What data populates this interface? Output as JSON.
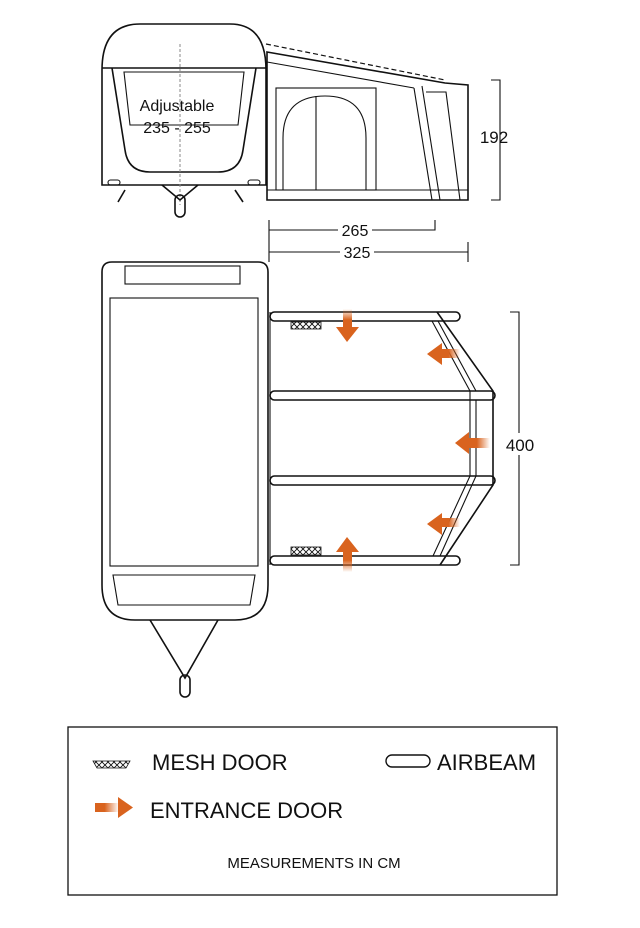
{
  "side_view": {
    "adjustable_label": "Adjustable",
    "adjustable_range": "235 - 255",
    "height_dim": "192",
    "depth_dim_inner": "265",
    "depth_dim_outer": "325"
  },
  "plan_view": {
    "width_dim": "400"
  },
  "legend": {
    "mesh_door": "MESH DOOR",
    "airbeam": "AIRBEAM",
    "entrance_door": "ENTRANCE DOOR",
    "note": "MEASUREMENTS IN CM"
  },
  "colors": {
    "arrow": "#d9631e",
    "line": "#111111"
  }
}
